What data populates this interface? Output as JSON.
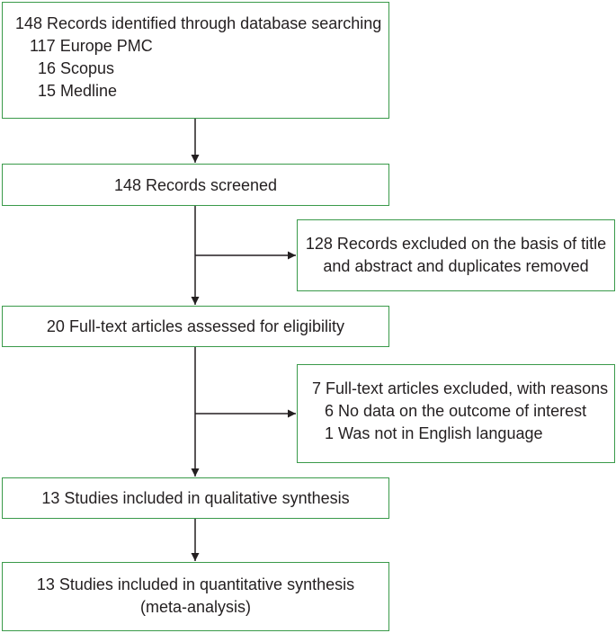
{
  "identification": {
    "title": "148 Records identified through database searching",
    "sources": [
      "117 Europe PMC",
      "16 Scopus",
      "15 Medline"
    ]
  },
  "screening": {
    "title": "148 Records screened"
  },
  "excluded_screening": {
    "lines": [
      "128 Records excluded on the basis of title",
      "and abstract and duplicates removed"
    ]
  },
  "eligibility": {
    "title": "20 Full-text articles assessed for eligibility"
  },
  "excluded_fulltext": {
    "title": "7 Full-text articles excluded, with reasons",
    "reasons": [
      "6 No data on the outcome of interest",
      "1 Was not in English language"
    ]
  },
  "qualitative": {
    "title": "13 Studies included in qualitative synthesis"
  },
  "quantitative": {
    "lines": [
      "13 Studies included in quantitative synthesis",
      "(meta-analysis)"
    ]
  },
  "colors": {
    "box_border": "#3a9a4a",
    "arrow": "#231f20",
    "text": "#231f20"
  }
}
